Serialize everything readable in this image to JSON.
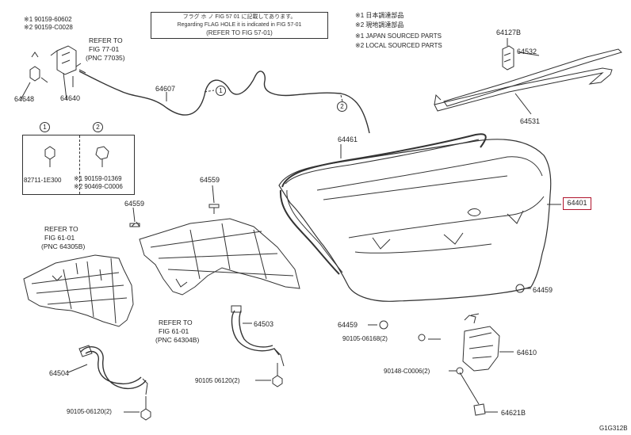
{
  "header": {
    "box_lines": [
      "フラグ ホ ノ FIG 57 01 に記載してあります。",
      "Regarding FLAG HOLE it is indicated in FIG 57-01",
      "(REFER TO FIG 57-01)"
    ],
    "legend": [
      "※1 日本調達部品",
      "※2 現地調達部品",
      "※1 JAPAN SOURCED PARTS",
      "※2 LOCAL SOURCED PARTS"
    ]
  },
  "top_left": {
    "note1": "※1 90159-60602",
    "note2": "※2 90159-C0028",
    "refer": [
      "REFER TO",
      "FIG 77-01",
      "(PNC 77035)"
    ]
  },
  "parts": {
    "p64648": "64648",
    "p64640": "64640",
    "p64607": "64607",
    "p64127B": "64127B",
    "p64532": "64532",
    "p64531": "64531",
    "p64461": "64461",
    "p64401": "64401",
    "p64459a": "64459",
    "p64459b": "64459",
    "p64559a": "64559",
    "p64559b": "64559",
    "p64503": "64503",
    "p64504": "64504",
    "p64610": "64610",
    "p64621B": "64621B",
    "s90105a": "90105-06168(2)",
    "s90148": "90148-C0006(2)",
    "s90105b": "90105 06120(2)",
    "s90105c": "90105-06120(2)"
  },
  "inset": {
    "c1": "1",
    "c2": "2",
    "part1": "82711-1E300",
    "part2a": "※1 90159-01369",
    "part2b": "※2 90469-C0006"
  },
  "callouts": {
    "c1": "1",
    "c2": "2"
  },
  "refer_left": [
    "REFER TO",
    "FIG 61-01",
    "(PNC 64305B)"
  ],
  "refer_mid": [
    "REFER TO",
    "FIG 61-01",
    "(PNC 64304B)"
  ],
  "figure_code": "G1G312B"
}
